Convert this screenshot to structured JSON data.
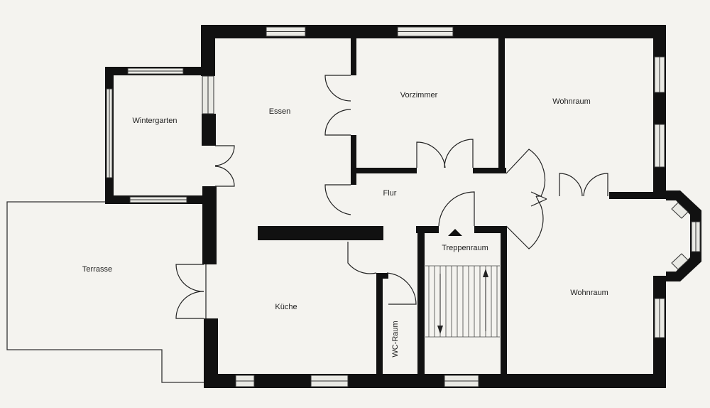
{
  "colors": {
    "wall": "#111111",
    "line": "#222222",
    "paper": "#f4f3ef",
    "window": "#e9e9e4"
  },
  "icons": [
    "window-symbol-icon",
    "door-swing-icon",
    "stair-arrow-icon"
  ],
  "rooms": {
    "wintergarten": "Wintergarten",
    "essen": "Essen",
    "vorzimmer": "Vorzimmer",
    "wohnraum_top": "Wohnraum",
    "flur": "Flur",
    "terrasse": "Terrasse",
    "kueche": "Küche",
    "treppenraum": "Treppenraum",
    "wc": "WC-Raum",
    "wohnraum_bottom": "Wohnraum"
  }
}
